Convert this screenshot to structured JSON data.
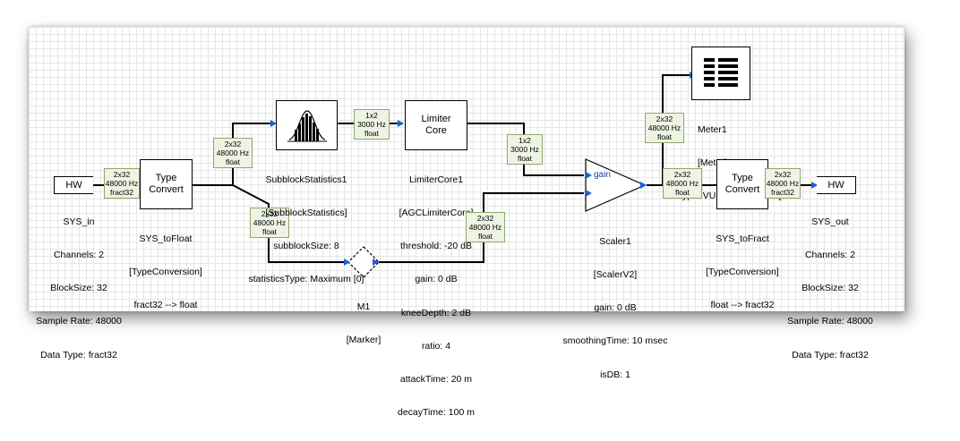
{
  "sys_in": {
    "block_label": "HW",
    "lines": [
      "SYS_in",
      "Channels: 2",
      "BlockSize: 32",
      "Sample Rate: 48000",
      "Data Type: fract32"
    ]
  },
  "sys_out": {
    "block_label": "HW",
    "lines": [
      "SYS_out",
      "Channels: 2",
      "BlockSize: 32",
      "Sample Rate: 48000",
      "Data Type: fract32"
    ]
  },
  "type_convert_1": {
    "block_label": [
      "Type",
      "Convert"
    ],
    "lines": [
      "SYS_toFloat",
      "[TypeConversion]",
      "fract32 --> float"
    ]
  },
  "type_convert_2": {
    "block_label": [
      "Type",
      "Convert"
    ],
    "lines": [
      "SYS_toFract",
      "[TypeConversion]",
      "float --> fract32"
    ]
  },
  "subblock": {
    "lines": [
      "SubblockStatistics1",
      "[SubblockStatistics]",
      "subblockSize: 8",
      "statisticsType: Maximum [0]"
    ]
  },
  "limiter": {
    "block_label": [
      "Limiter",
      "Core"
    ],
    "lines": [
      "LimiterCore1",
      "[AGCLimiterCore]",
      "threshold: -20 dB",
      "gain: 0 dB",
      "kneeDepth: 2 dB",
      "ratio: 4",
      "attackTime: 20 m",
      "decayTime: 100 m"
    ]
  },
  "scaler": {
    "port_label": "gain",
    "lines": [
      "Scaler1",
      "[ScalerV2]",
      "gain: 0 dB",
      "smoothingTime: 10 msec",
      "isDB: 1"
    ]
  },
  "meter": {
    "lines": [
      "Meter1",
      "[Meter]",
      "ype: VUMeterBlock [18]"
    ]
  },
  "marker": {
    "lines": [
      "M1",
      "[Marker]"
    ]
  },
  "signals": {
    "s1": [
      "2x32",
      "48000 Hz",
      "fract32"
    ],
    "s2": [
      "2x32",
      "48000 Hz",
      "float"
    ],
    "s3": [
      "2x32",
      "48000 Hz",
      "float"
    ],
    "s4": [
      "1x2",
      "3000 Hz",
      "float"
    ],
    "s5": [
      "1x2",
      "3000 Hz",
      "float"
    ],
    "s6": [
      "2x32",
      "48000 Hz",
      "float"
    ],
    "s7": [
      "2x32",
      "48000 Hz",
      "float"
    ],
    "s8": [
      "2x32",
      "48000 Hz",
      "float"
    ],
    "s9": [
      "2x32",
      "48000 Hz",
      "fract32"
    ]
  },
  "colors": {
    "port_arrow": "#1f5fd6",
    "signal_bg": "#eef3e4",
    "signal_border": "#8fa86b",
    "grid": "#e6e6e6"
  }
}
